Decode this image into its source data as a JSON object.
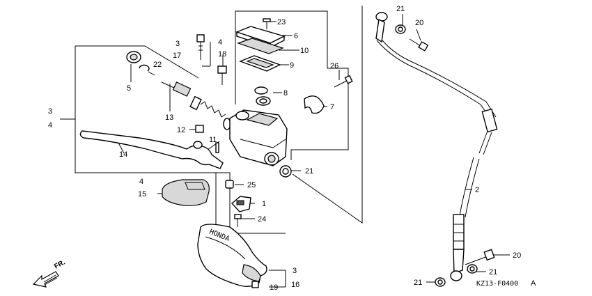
{
  "callouts": [
    "23",
    "6",
    "10",
    "9",
    "8",
    "7",
    "26",
    "3",
    "17",
    "4",
    "18",
    "22",
    "5",
    "13",
    "12",
    "11",
    "14",
    "3",
    "4",
    "21",
    "4",
    "15",
    "25",
    "1",
    "24",
    "21",
    "20",
    "2",
    "20",
    "21",
    "21",
    "3",
    "16",
    "19"
  ],
  "diagram_code": "KZ13-F0400",
  "diagram_suffix": "A",
  "front_marker": "FR."
}
